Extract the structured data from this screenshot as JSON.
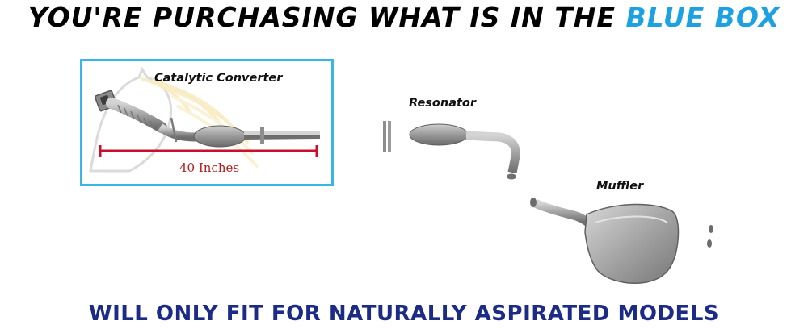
{
  "headline": {
    "prefix": "YOU'RE PURCHASING WHAT IS IN THE",
    "accent": "BLUE BOX",
    "accent_color": "#1da1e0"
  },
  "parts": {
    "catalytic_converter": "Catalytic Converter",
    "resonator": "Resonator",
    "muffler": "Muffler"
  },
  "measurement": {
    "length_label": "40 Inches",
    "line_color": "#c8102e"
  },
  "box_color": "#38b6e6",
  "footer": {
    "notice": "WILL ONLY FIT FOR NATURALLY ASPIRATED MODELS",
    "color": "#1c2b86"
  },
  "icons": [
    "horse-watermark-icon",
    "exhaust-pipe-illustration"
  ]
}
